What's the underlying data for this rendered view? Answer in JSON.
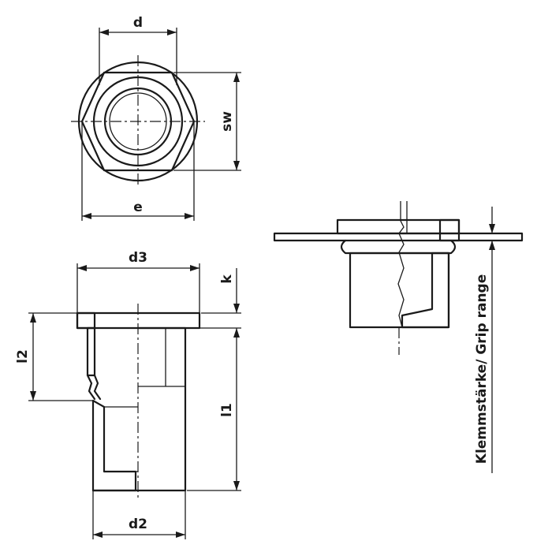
{
  "labels": {
    "d": "d",
    "sw": "sw",
    "e": "e",
    "d3": "d3",
    "k": "k",
    "l2": "l2",
    "l1": "l1",
    "d2": "d2",
    "grip_range": "Klemmstärke/ Grip range"
  }
}
